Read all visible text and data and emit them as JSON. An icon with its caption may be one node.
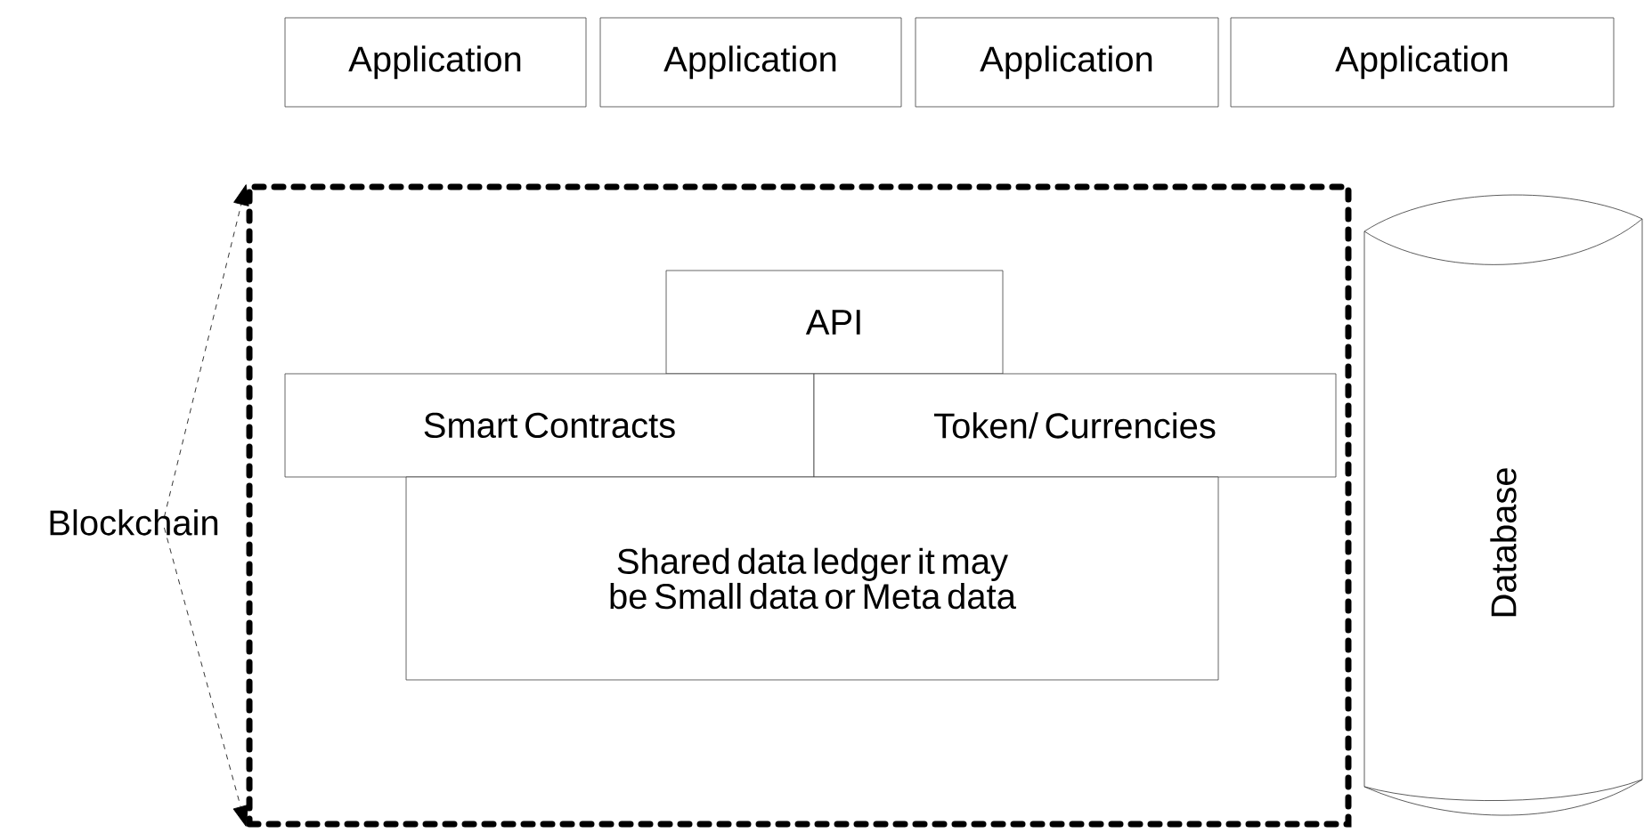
{
  "diagram": {
    "nodes": [
      {
        "text": [
          "Application"
        ]
      },
      {
        "text": [
          "Application"
        ]
      },
      {
        "text": [
          "Application"
        ]
      },
      {
        "text": [
          "Application"
        ]
      },
      {
        "text": [],
        "shape": "box"
      },
      {
        "text": [
          "API"
        ],
        "in": 4
      },
      {
        "text": [
          "Smart Contracts"
        ],
        "in": 4
      },
      {
        "text": [
          "Token/ Currencies"
        ],
        "in": 4
      },
      {
        "text": [
          "Shared data ledger it may be Small data or Meta data"
        ],
        "in": 4
      },
      {
        "text": [
          "Database"
        ]
      },
      {
        "text": [
          "Blockchain"
        ]
      }
    ],
    "edges": [
      {
        "from": 10,
        "to": 4,
        "arrow": "to",
        "style": "dashed"
      },
      {
        "from": 10,
        "to": 4,
        "arrow": "to",
        "style": "dashed"
      }
    ]
  }
}
